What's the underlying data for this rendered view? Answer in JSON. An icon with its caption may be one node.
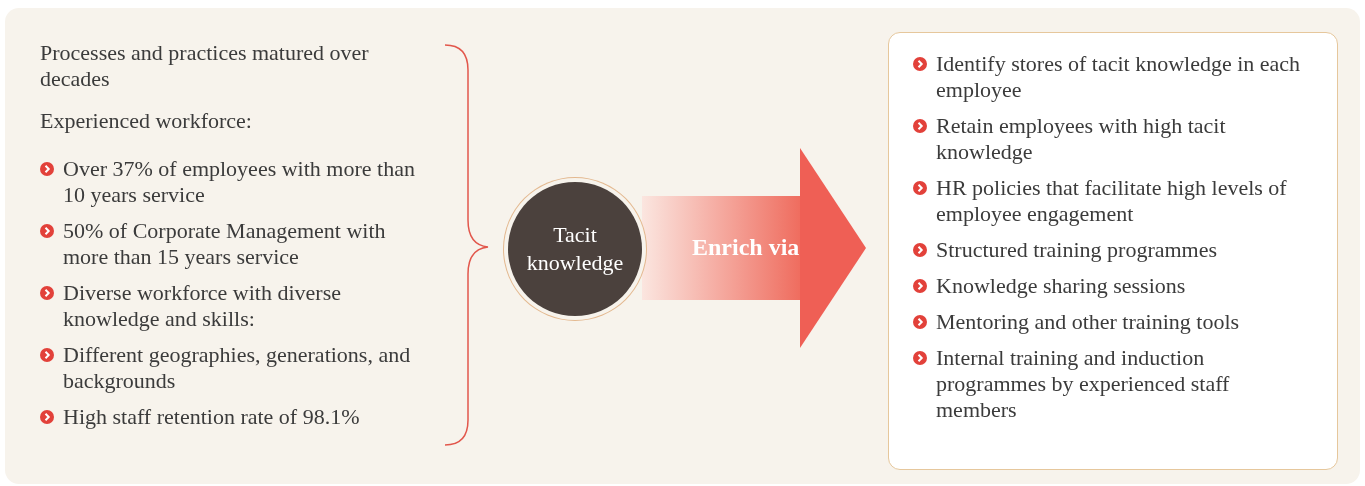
{
  "diagram": {
    "nodes": [
      {
        "text": [
          "Processes and practices matured over decades",
          "Experienced workforce:",
          "Over 37% of employees with more than 10 years service",
          "50% of Corporate Management with more than 15 years service",
          "Diverse workforce with diverse knowledge and skills:",
          "Different geographies, generations, and backgrounds",
          "High staff retention rate of 98.1%"
        ]
      },
      {
        "text": [
          "Tacit knowledge"
        ]
      },
      {
        "text": [
          "Identify stores of tacit knowledge in each employee",
          "Retain employees with high tacit knowledge",
          "HR policies that facilitate high levels of employee engagement",
          "Structured training programmes",
          "Knowledge sharing sessions",
          "Mentoring and other training tools",
          "Internal training and induction programmes by experienced staff members"
        ]
      }
    ],
    "edges": [
      {
        "from": 1,
        "to": 2,
        "arrow": "to",
        "label": "Enrich via"
      }
    ]
  }
}
